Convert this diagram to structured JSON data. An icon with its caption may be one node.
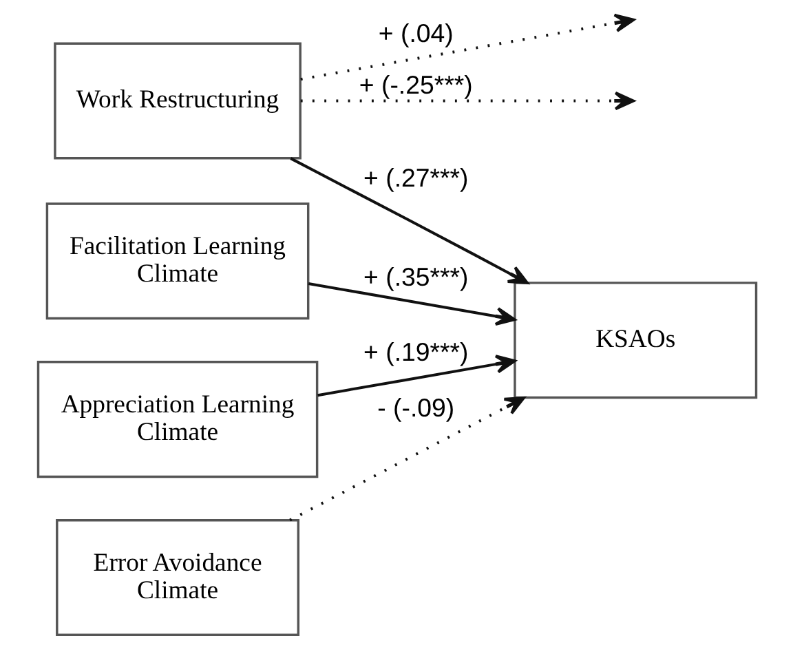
{
  "diagram": {
    "nodes": [
      {
        "text": [
          "Work Restructuring"
        ]
      },
      {
        "text": [
          "Facilitation Learning Climate"
        ]
      },
      {
        "text": [
          "Appreciation Learning Climate"
        ]
      },
      {
        "text": [
          "Error Avoidance Climate"
        ]
      },
      {
        "text": [
          "KSAOs"
        ]
      }
    ],
    "edges": [
      {
        "from": 0,
        "to": null,
        "arrow": "to",
        "label": "+ (.04)",
        "style": "dashed"
      },
      {
        "from": 0,
        "to": null,
        "arrow": "to",
        "label": "+ (-.25***)",
        "style": "dashed"
      },
      {
        "from": 0,
        "to": 4,
        "arrow": "to",
        "label": "+ (.27***)"
      },
      {
        "from": 1,
        "to": 4,
        "arrow": "to",
        "label": "+ (.35***)"
      },
      {
        "from": 2,
        "to": 4,
        "arrow": "to",
        "label": "+ (.19***)"
      },
      {
        "from": 3,
        "to": 4,
        "arrow": "to",
        "label": "- (-.09)",
        "style": "dashed"
      }
    ]
  }
}
